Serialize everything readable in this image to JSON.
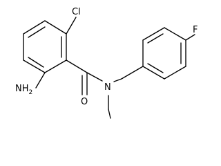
{
  "atoms": {
    "chlorine": "Cl",
    "fluorine": "F",
    "oxygen": "O",
    "nitrogen": "N",
    "amine_n": "N",
    "amine_h": "H",
    "amine_h_count": "2"
  },
  "colors": {
    "bond": "#000000",
    "text": "#000000",
    "background": "#ffffff"
  }
}
